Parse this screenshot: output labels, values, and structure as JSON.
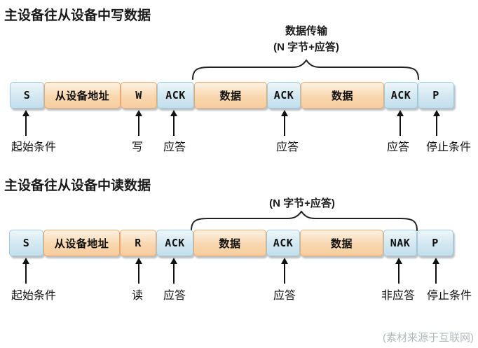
{
  "colors": {
    "blue_fill": "#cde5f0",
    "blue_border": "#a0c9db",
    "peach_fill": "#f8d4aa",
    "peach_border": "#eda96b",
    "text": "#111111",
    "footer_text": "#b0baba"
  },
  "sections": [
    {
      "title": "主设备往从设备中写数据",
      "brace_label_line1": "数据传输",
      "brace_label_line2": "(N 字节+应答)",
      "boxes": [
        {
          "label": "S",
          "type": "blue"
        },
        {
          "label": "从设备地址",
          "type": "peach"
        },
        {
          "label": "W",
          "type": "peach"
        },
        {
          "label": "ACK",
          "type": "blue"
        },
        {
          "label": "数据",
          "type": "peach"
        },
        {
          "label": "ACK",
          "type": "blue"
        },
        {
          "label": "数据",
          "type": "peach"
        },
        {
          "label": "ACK",
          "type": "blue"
        },
        {
          "label": "P",
          "type": "blue"
        }
      ],
      "callouts": [
        {
          "label": "起始条件"
        },
        {
          "label": "写"
        },
        {
          "label": "应答"
        },
        {
          "label": "应答"
        },
        {
          "label": "应答"
        },
        {
          "label": "停止条件"
        }
      ]
    },
    {
      "title": "主设备往从设备中读数据",
      "brace_label_line2": "(N 字节+应答)",
      "boxes": [
        {
          "label": "S",
          "type": "blue"
        },
        {
          "label": "从设备地址",
          "type": "peach"
        },
        {
          "label": "R",
          "type": "peach"
        },
        {
          "label": "ACK",
          "type": "blue"
        },
        {
          "label": "数据",
          "type": "peach"
        },
        {
          "label": "ACK",
          "type": "blue"
        },
        {
          "label": "数据",
          "type": "peach"
        },
        {
          "label": "NAK",
          "type": "blue"
        },
        {
          "label": "P",
          "type": "blue"
        }
      ],
      "callouts": [
        {
          "label": "起始条件"
        },
        {
          "label": "读"
        },
        {
          "label": "应答"
        },
        {
          "label": "应答"
        },
        {
          "label": "非应答"
        },
        {
          "label": "停止条件"
        }
      ]
    }
  ],
  "footer": "(素材来源于互联网)"
}
